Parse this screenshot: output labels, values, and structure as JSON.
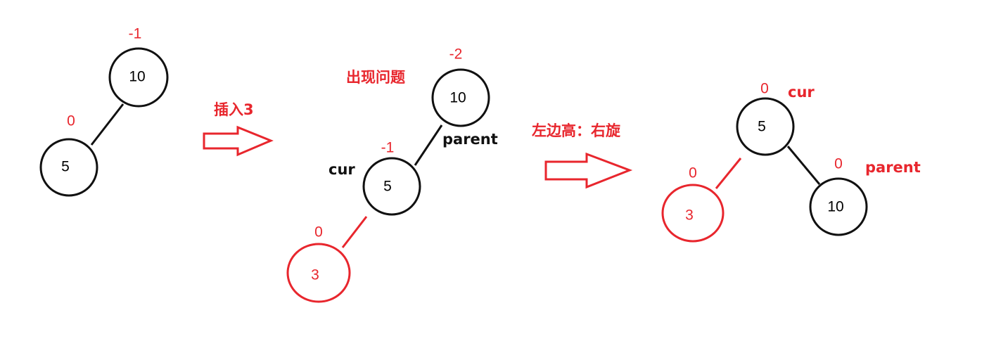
{
  "colors": {
    "red": "#e8262d",
    "black": "#111111"
  },
  "stage1": {
    "root_value": "10",
    "root_bf": "-1",
    "left_value": "5",
    "left_bf": "0"
  },
  "step1": {
    "label": "插入3"
  },
  "stage2": {
    "problem_label": "出现问题",
    "root_value": "10",
    "root_bf": "-2",
    "root_tag": "parent",
    "mid_value": "5",
    "mid_bf": "-1",
    "mid_tag": "cur",
    "new_value": "3",
    "new_bf": "0"
  },
  "step2": {
    "label": "左边高：右旋"
  },
  "stage3": {
    "root_value": "5",
    "root_bf": "0",
    "root_tag": "cur",
    "left_value": "3",
    "left_bf": "0",
    "right_value": "10",
    "right_bf": "0",
    "right_tag": "parent"
  }
}
